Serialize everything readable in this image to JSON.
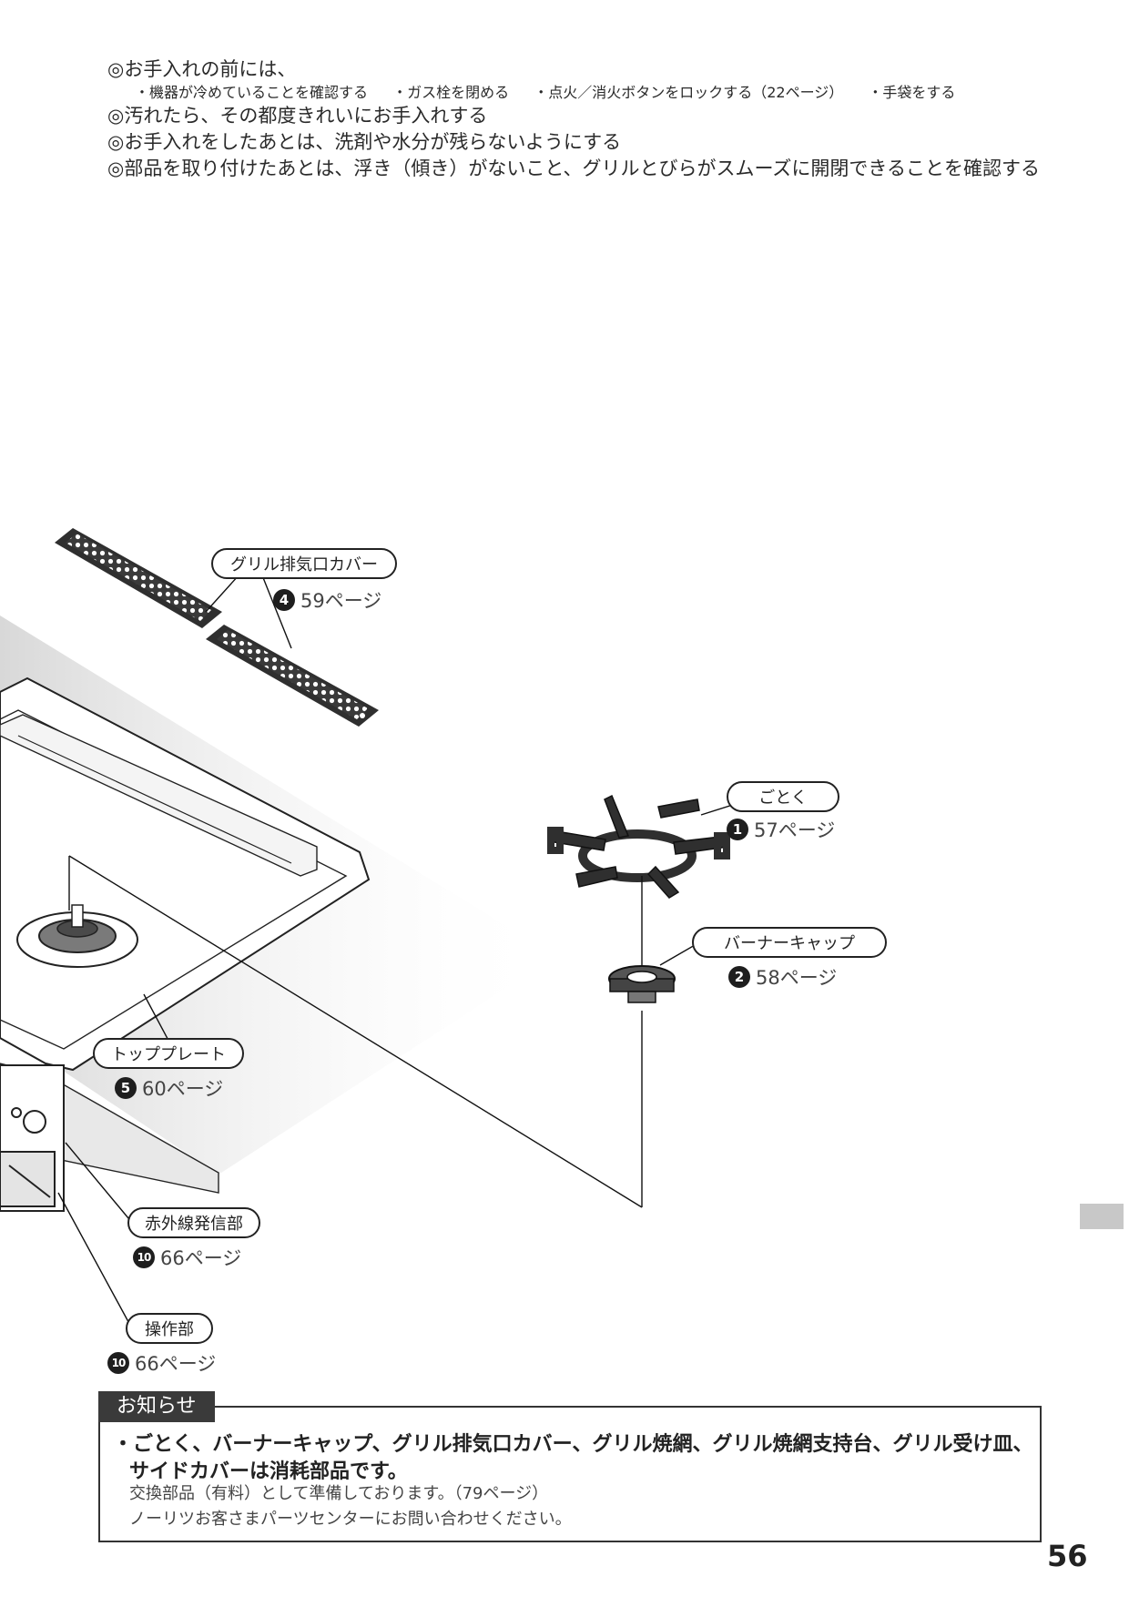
{
  "intro": {
    "line1": "◎お手入れの前には、",
    "sub_items": [
      "・機器が冷めていることを確認する",
      "・ガス栓を閉める",
      "・点火／消火ボタンをロックする（22ページ）",
      "・手袋をする"
    ],
    "line2": "◎汚れたら、その都度きれいにお手入れする",
    "line3": "◎お手入れをしたあとは、洗剤や水分が残らないようにする",
    "line4": "◎部品を取り付けたあとは、浮き（傾き）がないこと、グリルとびらがスムーズに開閉できることを確認する"
  },
  "parts": [
    {
      "name": "グリル排気口カバー",
      "num": "4",
      "page": "59ページ"
    },
    {
      "name": "ごとく",
      "num": "1",
      "page": "57ページ"
    },
    {
      "name": "バーナーキャップ",
      "num": "2",
      "page": "58ページ"
    },
    {
      "name": "トッププレート",
      "num": "5",
      "page": "60ページ"
    },
    {
      "name": "赤外線発信部",
      "num": "10",
      "page": "66ページ"
    },
    {
      "name": "操作部",
      "num": "10",
      "page": "66ページ"
    }
  ],
  "notice": {
    "label": "お知らせ",
    "main": "・ごとく、バーナーキャップ、グリル排気口カバー、グリル焼網、グリル焼網支持台、グリル受け皿、サイドカバーは消耗部品です。",
    "sub1": "交換部品（有料）として準備しております。（79ページ）",
    "sub2": "ノーリツお客さまパーツセンターにお問い合わせください。"
  },
  "page_number": "56"
}
